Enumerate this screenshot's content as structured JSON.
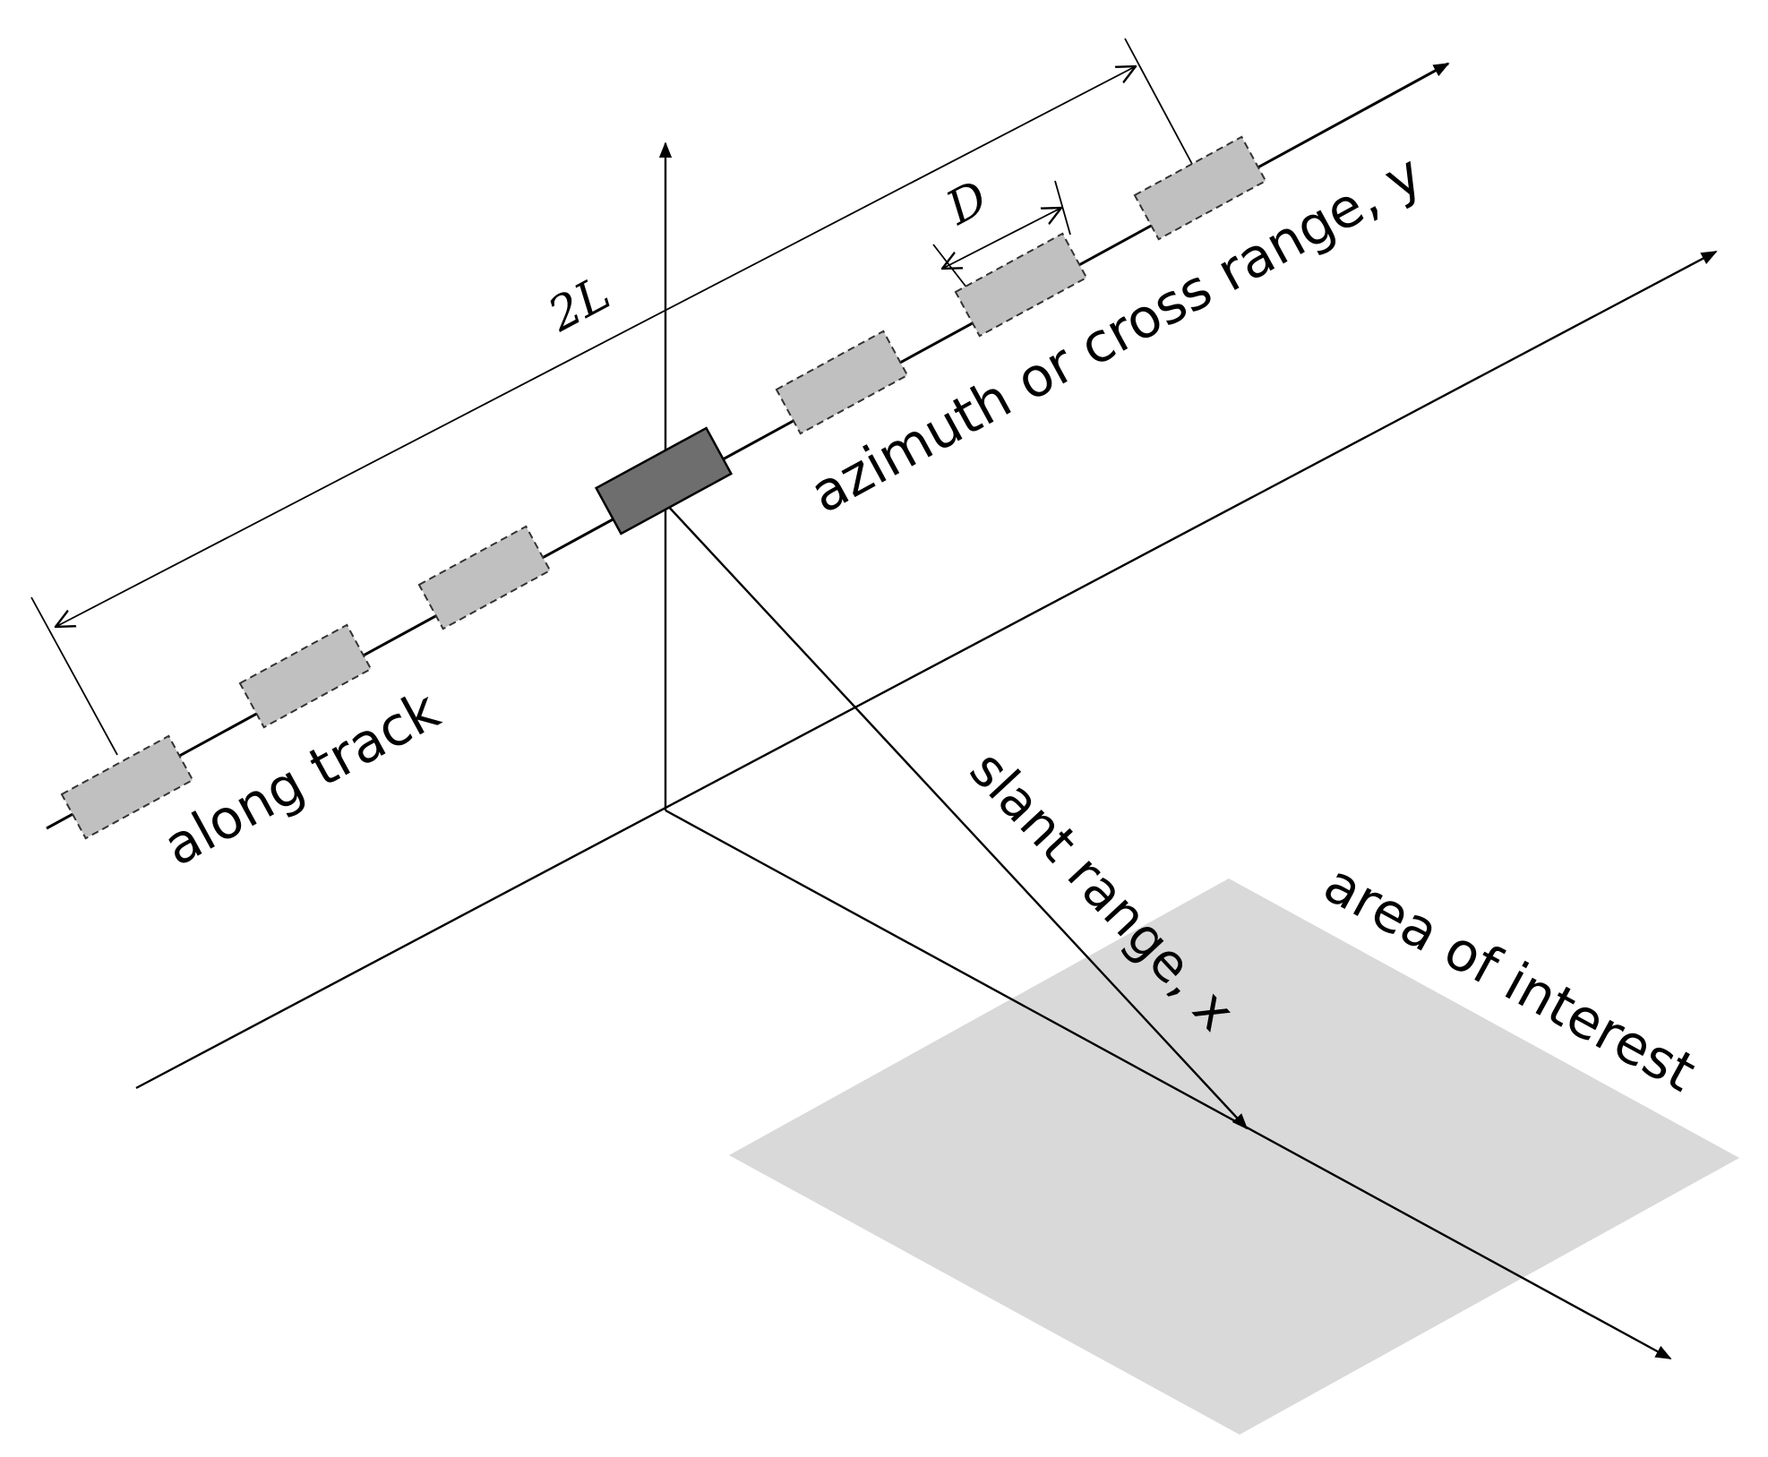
{
  "labels": {
    "dimension_2L": "2L",
    "dimension_D": "D",
    "azimuth_axis": "azimuth or cross range, y",
    "along_track": "along track",
    "slant_range": "slant range, x",
    "area_of_interest": "area of interest"
  },
  "colors": {
    "line": "#000000",
    "antenna_ghost_fill": "#c0c0c0",
    "antenna_active_fill": "#6e6e6e",
    "area_fill": "#d9d9d9"
  }
}
